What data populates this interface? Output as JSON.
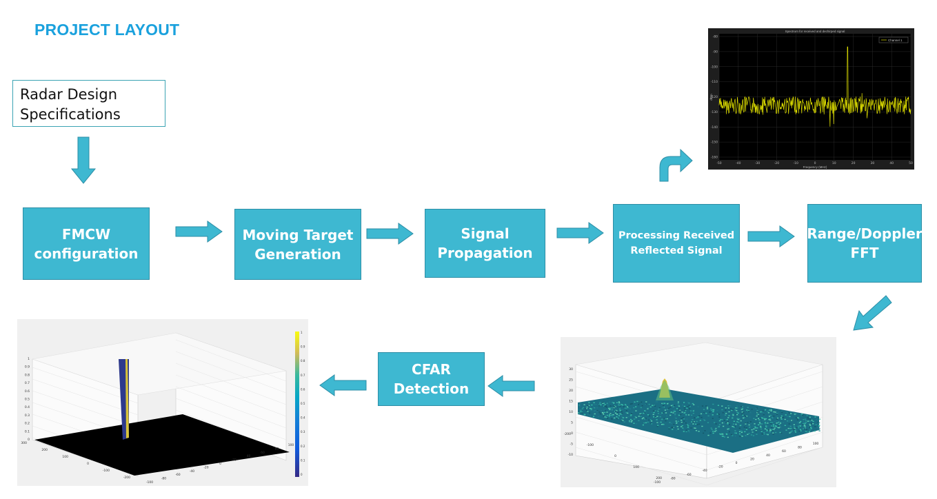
{
  "title": "PROJECT LAYOUT",
  "spec_box": {
    "line1": "Radar Design",
    "line2": "Specifications"
  },
  "blocks": {
    "fmcw": {
      "line1": "FMCW",
      "line2": "configuration"
    },
    "moving_target": {
      "line1": "Moving Target",
      "line2": "Generation"
    },
    "signal_propagation": {
      "line1": "Signal",
      "line2": "Propagation"
    },
    "processing": {
      "line1": "Processing Received",
      "line2": "Reflected Signal"
    },
    "range_doppler": {
      "line1": "Range/Doppler",
      "line2": "FFT"
    },
    "cfar": {
      "line1": "CFAR",
      "line2": "Detection"
    }
  },
  "spectrum_plot": {
    "title": "Spectrum for received and dechirped signal",
    "legend": "Channel 1",
    "xlabel": "Frequency (MHz)",
    "ylabel": "dBm",
    "x_ticks": [
      "-50",
      "-40",
      "-30",
      "-20",
      "-10",
      "0",
      "10",
      "20",
      "30",
      "40",
      "50"
    ],
    "y_ticks": [
      "-80",
      "-90",
      "-100",
      "-110",
      "-120",
      "-130",
      "-140",
      "-150",
      "-160"
    ],
    "peak_frequency_mhz": 17
  },
  "rdm_plot": {
    "z_ticks": [
      "30",
      "25",
      "20",
      "15",
      "10",
      "5",
      "0",
      "-5",
      "-10"
    ],
    "x_ticks": [
      "-200",
      "-100",
      "0",
      "100",
      "200"
    ],
    "y_ticks": [
      "-100",
      "-80",
      "-60",
      "-40",
      "-20",
      "0",
      "20",
      "40",
      "60",
      "80",
      "100"
    ]
  },
  "cfar_plot": {
    "z_ticks": [
      "1",
      "0.9",
      "0.8",
      "0.7",
      "0.6",
      "0.5",
      "0.4",
      "0.3",
      "0.2",
      "0.1",
      "0"
    ],
    "colorbar_ticks": [
      "1",
      "0.9",
      "0.8",
      "0.7",
      "0.6",
      "0.5",
      "0.4",
      "0.3",
      "0.2",
      "0.1",
      "0"
    ],
    "x_ticks": [
      "300",
      "200",
      "100",
      "0",
      "-100",
      "-200"
    ],
    "y_ticks": [
      "-100",
      "-80",
      "-60",
      "-40",
      "-20",
      "0",
      "20",
      "40",
      "60",
      "80",
      "100"
    ]
  },
  "colors": {
    "title": "#1aa1dd",
    "block_fill": "#3eb8d1",
    "arrow": "#3eb8d1",
    "spec_border": "#3aa3b3"
  }
}
